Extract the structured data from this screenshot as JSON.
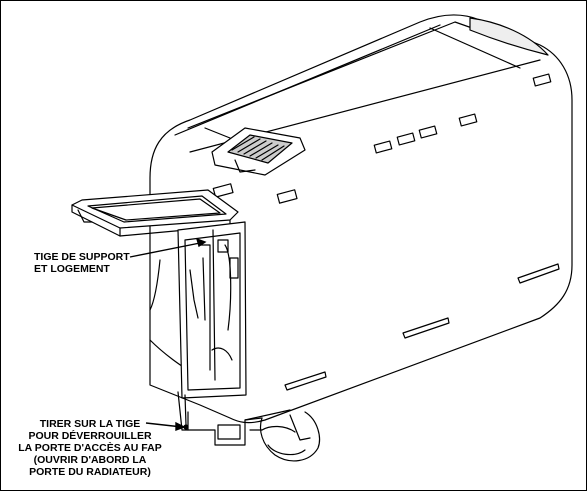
{
  "callouts": {
    "support_rod": {
      "lines": [
        "TIGE DE SUPPORT",
        "ET LOGEMENT"
      ]
    },
    "pull_rod": {
      "lines": [
        "TIRER SUR LA TIGE",
        "POUR DÉVERROUILLER",
        "LA PORTE D'ACCÈS AU FAP",
        "(OUVRIR D'ABORD LA",
        "PORTE DU RADIATEUR)"
      ]
    }
  },
  "colors": {
    "line": "#000000",
    "background": "#ffffff",
    "shade": "#d9d9d9"
  }
}
